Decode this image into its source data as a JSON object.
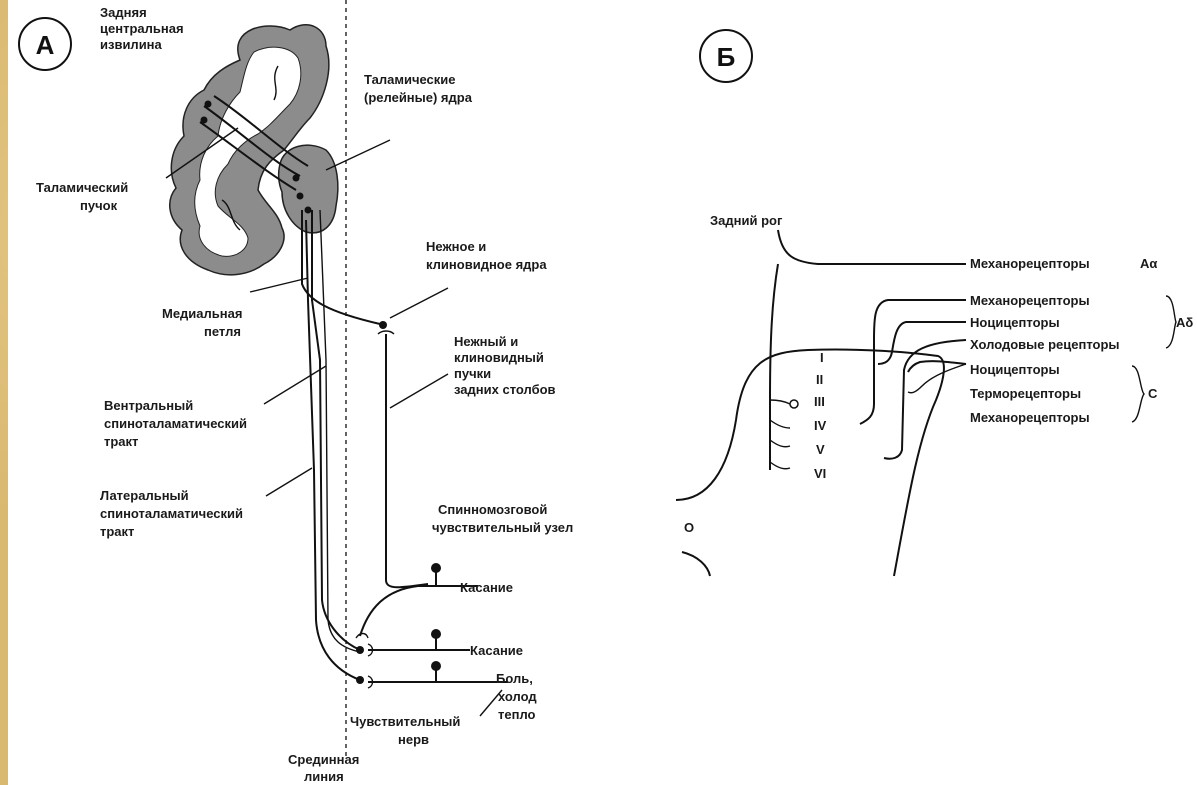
{
  "panel_a": {
    "letter": "А",
    "labels": {
      "postcentral_1": "Задняя",
      "postcentral_2": "центральная",
      "postcentral_3": "извилина",
      "thalamic_nuclei_1": "Таламические",
      "thalamic_nuclei_2": "(релейные) ядра",
      "thalamic_bundle_1": "Таламический",
      "thalamic_bundle_2": "пучок",
      "gracile_nuclei_1": "Нежное и",
      "gracile_nuclei_2": "клиновидное ядра",
      "medial_lemniscus_1": "Медиальная",
      "medial_lemniscus_2": "петля",
      "dorsal_columns_1": "Нежный и",
      "dorsal_columns_2": "клиновидный",
      "dorsal_columns_3": "пучки",
      "dorsal_columns_4": "задних столбов",
      "ventral_tract_1": "Вентральный",
      "ventral_tract_2": "спиноталаматический",
      "ventral_tract_3": "тракт",
      "lateral_tract_1": "Латеральный",
      "lateral_tract_2": "спиноталаматический",
      "lateral_tract_3": "тракт",
      "ganglion_1": "Спинномозговой",
      "ganglion_2": "чувствительный узел",
      "touch_1": "Касание",
      "touch_2": "Касание",
      "pain_1": "Боль,",
      "pain_2": "холод",
      "pain_3": "тепло",
      "sensory_nerve_1": "Чувствительный",
      "sensory_nerve_2": "нерв",
      "midline_1": "Срединная",
      "midline_2": "линия"
    }
  },
  "panel_b": {
    "letter": "Б",
    "labels": {
      "dorsal_horn": "Задний рог",
      "mech_aa": "Механорецепторы",
      "aa_tag": "Aα",
      "mech_ad": "Механорецепторы",
      "noci_ad": "Ноцицепторы",
      "cold_ad": "Холодовые рецепторы",
      "ad_tag": "Aδ",
      "noci_c": "Ноцицепторы",
      "thermo_c": "Терморецепторы",
      "mech_c": "Механорецепторы",
      "c_tag": "C",
      "lamina_1": "I",
      "lamina_2": "II",
      "lamina_3": "III",
      "lamina_4": "IV",
      "lamina_5": "V",
      "lamina_6": "VI",
      "o_mark": "O"
    }
  },
  "colors": {
    "frame_background": "#d9b870",
    "figure_background": "#ffffff",
    "cortex_gray": "#8a8a8a",
    "ink": "#111111"
  }
}
